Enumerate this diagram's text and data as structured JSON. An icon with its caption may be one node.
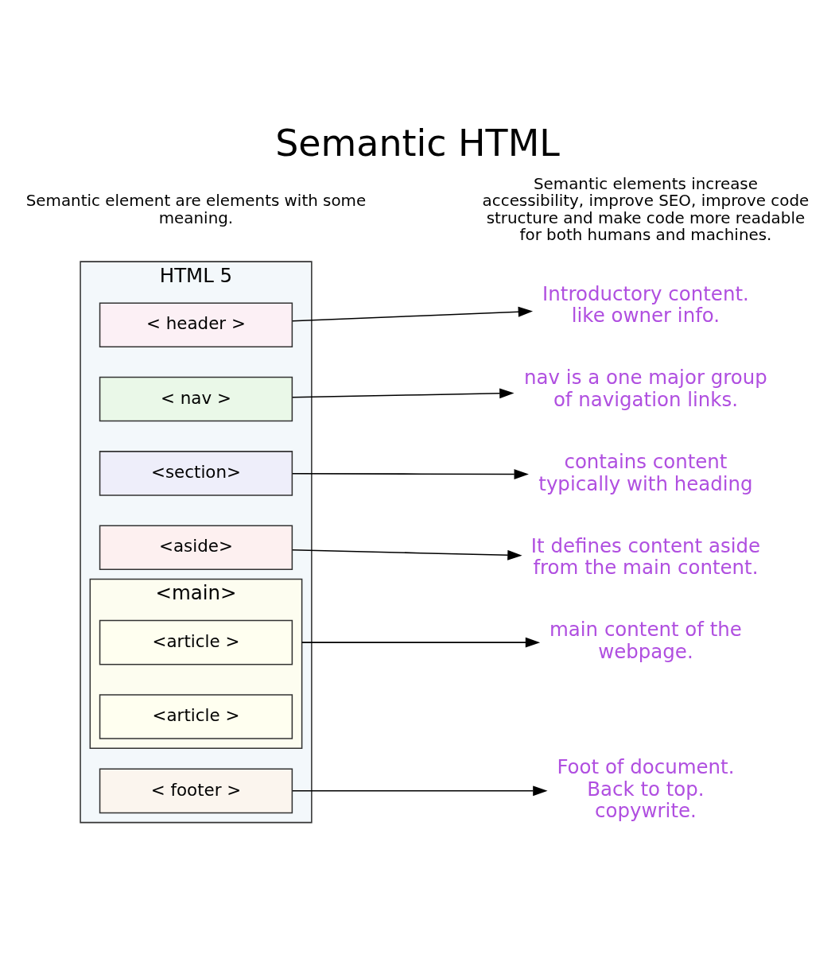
{
  "diagram": {
    "title": "Semantic HTML",
    "nodes": [
      {
        "text": [
          "HTML 5"
        ]
      },
      {
        "text": [
          "< header >"
        ],
        "in": 0
      },
      {
        "text": [
          "< nav >"
        ],
        "in": 0
      },
      {
        "text": [
          "<section>"
        ],
        "in": 0
      },
      {
        "text": [
          "<aside>"
        ],
        "in": 0
      },
      {
        "text": [
          "<main>"
        ],
        "in": 0
      },
      {
        "text": [
          "<article >"
        ],
        "in": 5
      },
      {
        "text": [
          "<article >"
        ],
        "in": 5
      },
      {
        "text": [
          "< footer >"
        ],
        "in": 0
      },
      {
        "text": [
          "Introductory content. like owner info."
        ]
      },
      {
        "text": [
          "nav is a one major group of navigation links."
        ]
      },
      {
        "text": [
          "contains content typically with heading"
        ]
      },
      {
        "text": [
          "It defines content aside from the main content."
        ]
      },
      {
        "text": [
          "main content of the webpage."
        ]
      },
      {
        "text": [
          "Foot of document.",
          "Back to top.",
          "copywrite."
        ]
      }
    ],
    "edges": [
      {
        "from": 1,
        "to": 9,
        "arrow": "to"
      },
      {
        "from": 2,
        "to": 10,
        "arrow": "to"
      },
      {
        "from": 3,
        "to": 11,
        "arrow": "to"
      },
      {
        "from": 4,
        "to": 12,
        "arrow": "to"
      },
      {
        "from": 5,
        "to": 13,
        "arrow": "to"
      },
      {
        "from": 8,
        "to": 14,
        "arrow": "to"
      }
    ],
    "labels": [
      "Semantic element are elements with some meaning.",
      "Semantic elements increase accessibility, improve SEO, improve code structure and make code more readable for both humans and machines."
    ]
  }
}
